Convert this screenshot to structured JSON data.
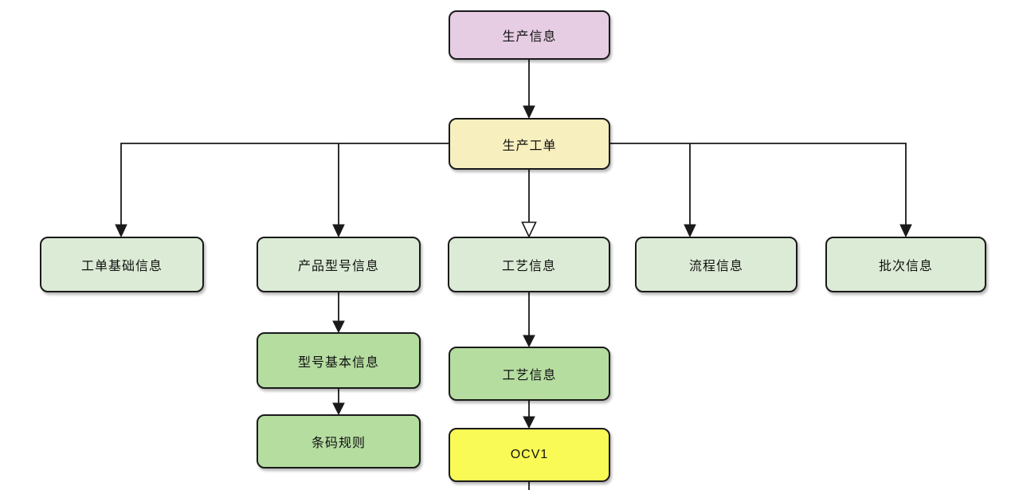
{
  "diagram": {
    "type": "flowchart",
    "colors": {
      "background": "#ffffff",
      "border": "#1a1a1a",
      "connector": "#1a1a1a",
      "text": "#111111",
      "purple_fill": "#e6cde3",
      "cream_fill": "#f8efbe",
      "light_green_fill": "#dcebd5",
      "medium_green_fill": "#b5dda0",
      "yellow_fill": "#f9fa55"
    },
    "nodes": {
      "production_info": {
        "label": "生产信息",
        "fill": "#e6cde3"
      },
      "work_order": {
        "label": "生产工单",
        "fill": "#f8efbe"
      },
      "order_basic": {
        "label": "工单基础信息",
        "fill": "#dcebd5"
      },
      "product_model": {
        "label": "产品型号信息",
        "fill": "#dcebd5"
      },
      "process_info": {
        "label": "工艺信息",
        "fill": "#dcebd5"
      },
      "flow_info": {
        "label": "流程信息",
        "fill": "#dcebd5"
      },
      "batch_info": {
        "label": "批次信息",
        "fill": "#dcebd5"
      },
      "model_basic": {
        "label": "型号基本信息",
        "fill": "#b5dda0"
      },
      "barcode_rule": {
        "label": "条码规则",
        "fill": "#b5dda0"
      },
      "process_detail": {
        "label": "工艺信息",
        "fill": "#b5dda0"
      },
      "ocv1": {
        "label": "OCV1",
        "fill": "#f9fa55"
      }
    },
    "edges": [
      {
        "from": "production_info",
        "to": "work_order",
        "arrow": "filled"
      },
      {
        "from": "work_order",
        "to": "order_basic",
        "arrow": "filled"
      },
      {
        "from": "work_order",
        "to": "product_model",
        "arrow": "filled"
      },
      {
        "from": "work_order",
        "to": "process_info",
        "arrow": "hollow"
      },
      {
        "from": "work_order",
        "to": "flow_info",
        "arrow": "filled"
      },
      {
        "from": "work_order",
        "to": "batch_info",
        "arrow": "filled"
      },
      {
        "from": "product_model",
        "to": "model_basic",
        "arrow": "filled"
      },
      {
        "from": "model_basic",
        "to": "barcode_rule",
        "arrow": "filled"
      },
      {
        "from": "process_info",
        "to": "process_detail",
        "arrow": "filled"
      },
      {
        "from": "process_detail",
        "to": "ocv1",
        "arrow": "filled"
      },
      {
        "from": "ocv1",
        "to": "offscreen_bottom",
        "arrow": "none"
      }
    ]
  }
}
